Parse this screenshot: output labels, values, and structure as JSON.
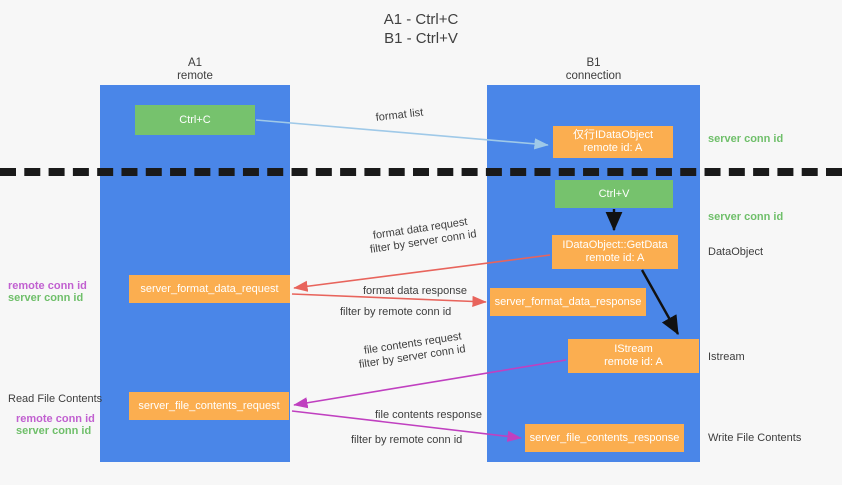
{
  "title": {
    "line1": "A1 - Ctrl+C",
    "line2": "B1 - Ctrl+V"
  },
  "columns": [
    {
      "name": "A1",
      "sub": "remote"
    },
    {
      "name": "B1",
      "sub": "connection"
    }
  ],
  "nodes": {
    "ctrl_c": {
      "label": "Ctrl+C",
      "color": "#76c26d"
    },
    "data_object": {
      "label": "仅行IDataObject",
      "sub": "remote id: A",
      "color": "#fbae50"
    },
    "ctrl_v": {
      "label": "Ctrl+V",
      "color": "#76c26d"
    },
    "get_data": {
      "label": "IDataObject::GetData",
      "sub": "remote id: A",
      "color": "#fbae50"
    },
    "format_data_request": {
      "label": "server_format_data_request",
      "color": "#fbae50"
    },
    "format_data_response": {
      "label": "server_format_data_response",
      "color": "#fbae50"
    },
    "istream": {
      "label": "IStream",
      "sub": "remote id: A",
      "color": "#fbae50"
    },
    "file_contents_request": {
      "label": "server_file_contents_request",
      "color": "#fbae50"
    },
    "file_contents_response": {
      "label": "server_file_contents_response",
      "color": "#fbae50"
    }
  },
  "edge_labels": {
    "format_list": "format list",
    "format_data_request": "format data request",
    "format_data_request_filter_prefix": "filter by ",
    "format_data_request_filter_key": "server conn id",
    "format_data_response": "format data response",
    "format_data_response_filter_prefix": "filter by ",
    "format_data_response_filter_key": "remote conn id",
    "file_contents_request": "file contents request",
    "file_contents_request_filter_prefix": "filter by ",
    "file_contents_request_filter_key": "server conn id",
    "file_contents_response": "file contents response",
    "file_contents_response_filter_prefix": "filter by ",
    "file_contents_response_filter_key": "remote conn id"
  },
  "side_labels": {
    "right_server_conn_top": "server conn id",
    "right_server_conn_mid": "server conn id",
    "right_dataobject": "DataObject",
    "right_istream": "Istream",
    "right_write_file": "Write File Contents",
    "left_remote_conn_1": "remote conn id",
    "left_server_conn_1": "server conn id",
    "left_read_file": "Read File Contents",
    "left_remote_conn_2": "remote conn id",
    "left_server_conn_2": "server conn id"
  },
  "colors": {
    "background": "#f7f7f7",
    "lane": "#4a86e8",
    "green_node": "#76c26d",
    "orange_node": "#fbae50",
    "arrow_light_blue": "#9fc9e8",
    "arrow_red": "#e8645c",
    "arrow_magenta": "#c040c0",
    "arrow_black": "#000000",
    "text_green": "#6fbf6a",
    "text_purple": "#c160d0",
    "divider": "#1a1a1a"
  }
}
